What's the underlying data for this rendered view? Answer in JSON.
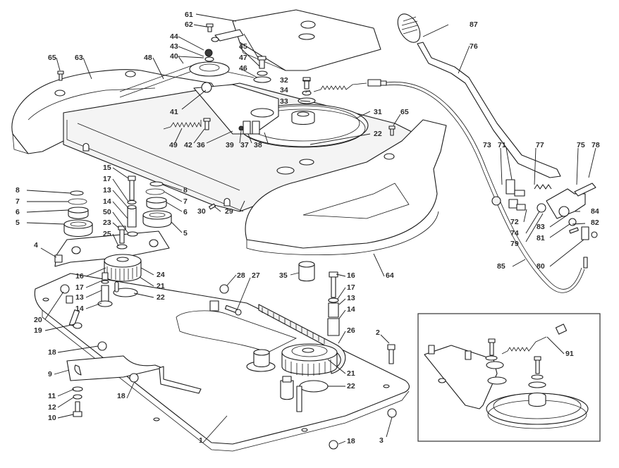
{
  "diagram": {
    "title": "Mower deck exploded parts diagram",
    "colors": {
      "line": "#1a1a1a",
      "label": "#2a2a2a",
      "background": "#ffffff"
    },
    "parts": [
      {
        "id": "p1",
        "label": "1"
      },
      {
        "id": "p2",
        "label": "2"
      },
      {
        "id": "p3",
        "label": "3"
      },
      {
        "id": "p4",
        "label": "4"
      },
      {
        "id": "p5a",
        "label": "5"
      },
      {
        "id": "p5b",
        "label": "5"
      },
      {
        "id": "p6a",
        "label": "6"
      },
      {
        "id": "p6b",
        "label": "6"
      },
      {
        "id": "p7a",
        "label": "7"
      },
      {
        "id": "p7b",
        "label": "7"
      },
      {
        "id": "p8a",
        "label": "8"
      },
      {
        "id": "p8b",
        "label": "8"
      },
      {
        "id": "p9",
        "label": "9"
      },
      {
        "id": "p10",
        "label": "10"
      },
      {
        "id": "p11",
        "label": "11"
      },
      {
        "id": "p12",
        "label": "12"
      },
      {
        "id": "p13a",
        "label": "13"
      },
      {
        "id": "p13b",
        "label": "13"
      },
      {
        "id": "p13c",
        "label": "13"
      },
      {
        "id": "p14a",
        "label": "14"
      },
      {
        "id": "p14b",
        "label": "14"
      },
      {
        "id": "p14c",
        "label": "14"
      },
      {
        "id": "p15",
        "label": "15"
      },
      {
        "id": "p16a",
        "label": "16"
      },
      {
        "id": "p16b",
        "label": "16"
      },
      {
        "id": "p17a",
        "label": "17"
      },
      {
        "id": "p17b",
        "label": "17"
      },
      {
        "id": "p17c",
        "label": "17"
      },
      {
        "id": "p18a",
        "label": "18"
      },
      {
        "id": "p18b",
        "label": "18"
      },
      {
        "id": "p18c",
        "label": "18"
      },
      {
        "id": "p19",
        "label": "19"
      },
      {
        "id": "p20",
        "label": "20"
      },
      {
        "id": "p21a",
        "label": "21"
      },
      {
        "id": "p21b",
        "label": "21"
      },
      {
        "id": "p22a",
        "label": "22"
      },
      {
        "id": "p22b",
        "label": "22"
      },
      {
        "id": "p22c",
        "label": "22"
      },
      {
        "id": "p23",
        "label": "23"
      },
      {
        "id": "p24",
        "label": "24"
      },
      {
        "id": "p25",
        "label": "25"
      },
      {
        "id": "p26",
        "label": "26"
      },
      {
        "id": "p27",
        "label": "27"
      },
      {
        "id": "p28",
        "label": "28"
      },
      {
        "id": "p29",
        "label": "29"
      },
      {
        "id": "p30",
        "label": "30"
      },
      {
        "id": "p31",
        "label": "31"
      },
      {
        "id": "p32",
        "label": "32"
      },
      {
        "id": "p33",
        "label": "33"
      },
      {
        "id": "p34",
        "label": "34"
      },
      {
        "id": "p35",
        "label": "35"
      },
      {
        "id": "p36",
        "label": "36"
      },
      {
        "id": "p37",
        "label": "37"
      },
      {
        "id": "p38",
        "label": "38"
      },
      {
        "id": "p39",
        "label": "39"
      },
      {
        "id": "p40",
        "label": "40"
      },
      {
        "id": "p41",
        "label": "41"
      },
      {
        "id": "p42",
        "label": "42"
      },
      {
        "id": "p43",
        "label": "43"
      },
      {
        "id": "p44",
        "label": "44"
      },
      {
        "id": "p45",
        "label": "45"
      },
      {
        "id": "p46",
        "label": "46"
      },
      {
        "id": "p47",
        "label": "47"
      },
      {
        "id": "p48",
        "label": "48"
      },
      {
        "id": "p49",
        "label": "49"
      },
      {
        "id": "p50",
        "label": "50"
      },
      {
        "id": "p61",
        "label": "61"
      },
      {
        "id": "p62",
        "label": "62"
      },
      {
        "id": "p63",
        "label": "63"
      },
      {
        "id": "p64",
        "label": "64"
      },
      {
        "id": "p65a",
        "label": "65"
      },
      {
        "id": "p65b",
        "label": "65"
      },
      {
        "id": "p71",
        "label": "71"
      },
      {
        "id": "p72",
        "label": "72"
      },
      {
        "id": "p73",
        "label": "73"
      },
      {
        "id": "p74",
        "label": "74"
      },
      {
        "id": "p75",
        "label": "75"
      },
      {
        "id": "p76",
        "label": "76"
      },
      {
        "id": "p77",
        "label": "77"
      },
      {
        "id": "p78",
        "label": "78"
      },
      {
        "id": "p79",
        "label": "79"
      },
      {
        "id": "p80",
        "label": "80"
      },
      {
        "id": "p81",
        "label": "81"
      },
      {
        "id": "p82",
        "label": "82"
      },
      {
        "id": "p83",
        "label": "83"
      },
      {
        "id": "p84",
        "label": "84"
      },
      {
        "id": "p85",
        "label": "85"
      },
      {
        "id": "p87",
        "label": "87"
      },
      {
        "id": "p91",
        "label": "91"
      }
    ]
  }
}
